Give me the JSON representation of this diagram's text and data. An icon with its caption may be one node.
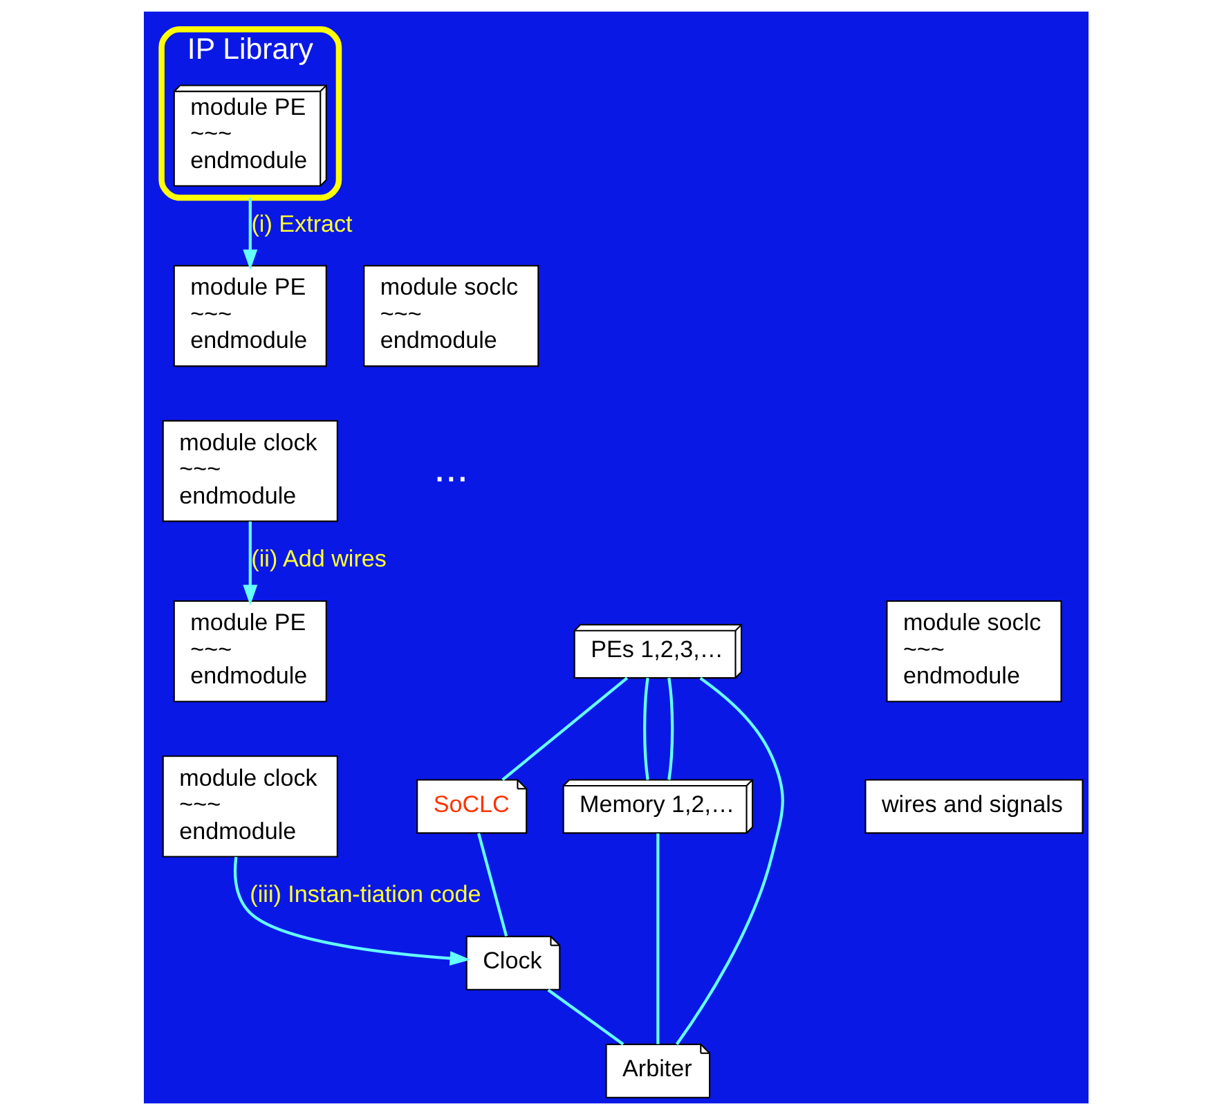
{
  "diagram": {
    "nodes": [
      {
        "text": [
          "IP Library"
        ]
      },
      {
        "text": [
          "module PE",
          "~~~",
          "endmodule"
        ],
        "in": 0
      },
      {
        "text": [
          "module PE",
          "~~~",
          "endmodule"
        ]
      },
      {
        "text": [
          "module soclc",
          "~~~",
          "endmodule"
        ]
      },
      {
        "text": [
          "module clock",
          "~~~",
          "endmodule"
        ]
      },
      {
        "text": [
          "module PE",
          "~~~",
          "endmodule"
        ]
      },
      {
        "text": [
          "module soclc",
          "~~~",
          "endmodule"
        ]
      },
      {
        "text": [
          "module clock",
          "~~~",
          "endmodule"
        ]
      },
      {
        "text": [
          "wires and signals"
        ]
      },
      {
        "text": [
          "PEs 1,2,3,…"
        ]
      },
      {
        "text": [
          "SoCLC"
        ]
      },
      {
        "text": [
          "Clock"
        ]
      },
      {
        "text": [
          "Memory 1,2,…"
        ]
      },
      {
        "text": [
          "Arbiter"
        ]
      }
    ],
    "edges": [
      {
        "from": 1,
        "to": 2,
        "arrow": "to",
        "label": "(i) Extract"
      },
      {
        "from": 4,
        "to": 5,
        "arrow": "to",
        "label": "(ii) Add wires"
      },
      {
        "from": 7,
        "to": 11,
        "arrow": "to",
        "label": "(iii) Instan-tiation code"
      },
      {
        "from": 9,
        "to": 10,
        "arrow": "none"
      },
      {
        "from": 10,
        "to": 11,
        "arrow": "none"
      },
      {
        "from": 11,
        "to": 13,
        "arrow": "none"
      },
      {
        "from": 9,
        "to": 12,
        "arrow": "none"
      },
      {
        "from": 9,
        "to": 12,
        "arrow": "none"
      },
      {
        "from": 9,
        "to": 13,
        "arrow": "none"
      },
      {
        "from": 12,
        "to": 13,
        "arrow": "none"
      }
    ],
    "labels": [
      "..."
    ]
  }
}
